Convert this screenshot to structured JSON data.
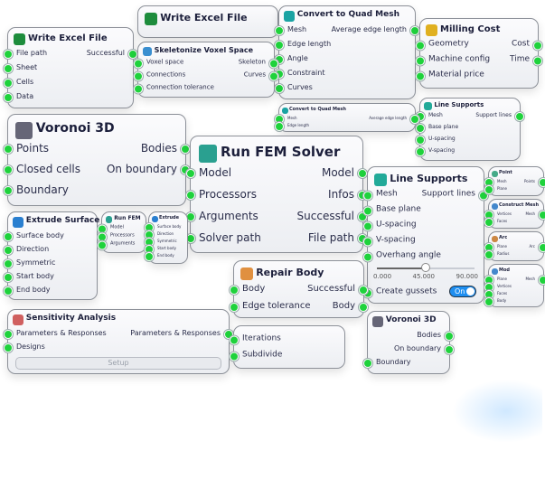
{
  "colors": {
    "port": "#1fd23c",
    "toggle": "#1e8ef0",
    "card_border": "#8c9098"
  },
  "cards": [
    {
      "id": "tiny-1",
      "title": "Point",
      "inputs": [
        "Mesh",
        "Plane"
      ],
      "outputs": [
        "Points"
      ],
      "icon": "grid-icon",
      "icon_color": "#4a8"
    },
    {
      "id": "tiny-2",
      "title": "Arc",
      "inputs": [
        "Plane",
        "Radius"
      ],
      "outputs": [
        "Arc"
      ],
      "icon": "arc-icon",
      "icon_color": "#c84"
    },
    {
      "id": "tiny-3",
      "title": "Construct Mesh",
      "inputs": [
        "Vertices",
        "Faces"
      ],
      "outputs": [
        "Mesh"
      ],
      "icon": "mesh-icon",
      "icon_color": "#48c"
    },
    {
      "id": "tiny-4",
      "title": "Mod",
      "inputs": [
        "Plane",
        "Vertices",
        "Faces",
        "Body"
      ],
      "outputs": [
        "Mesh"
      ],
      "icon": "mesh-icon",
      "icon_color": "#48c"
    },
    {
      "id": "line-supports-small",
      "title": "Line Supports",
      "inputs": [
        "Mesh",
        "Base plane",
        "U-spacing",
        "V-spacing"
      ],
      "outputs": [
        "Support lines"
      ],
      "icon": "support-icon",
      "icon_color": "#2a9"
    },
    {
      "id": "convert-quad",
      "title": "Convert to Quad Mesh",
      "inputs": [
        "Mesh",
        "Edge length",
        "Angle",
        "Constraint",
        "Curves"
      ],
      "outputs": [
        "Average edge length"
      ],
      "icon": "quad-mesh-icon",
      "icon_color": "#1aa3a3"
    },
    {
      "id": "write-excel-2",
      "title": "Write Excel File",
      "inputs": [],
      "outputs": [],
      "icon": "excel-icon",
      "icon_color": "#1d8c3c"
    },
    {
      "id": "voronoi-big",
      "title": "Voronoi 3D",
      "inputs": [
        "Points",
        "Closed cells",
        "Boundary"
      ],
      "outputs": [
        "Bodies",
        "On boundary"
      ],
      "icon": "voronoi-icon",
      "icon_color": "#667"
    },
    {
      "id": "write-excel-1",
      "title": "Write Excel File",
      "inputs": [
        "File path",
        "Sheet",
        "Cells",
        "Data"
      ],
      "outputs": [
        "Successful"
      ],
      "icon": "excel-icon",
      "icon_color": "#1d8c3c"
    },
    {
      "id": "skeletonize",
      "title": "Skeletonize Voxel Space",
      "inputs": [
        "Voxel space",
        "Connections",
        "Connection tolerance"
      ],
      "outputs": [
        "Skeleton",
        "Curves"
      ],
      "icon": "skeleton-icon",
      "icon_color": "#3a8fd0"
    },
    {
      "id": "milling-cost",
      "title": "Milling Cost",
      "inputs": [
        "Geometry",
        "Machine config",
        "Material price"
      ],
      "outputs": [
        "Cost",
        "Time"
      ],
      "icon": "milling-icon",
      "icon_color": "#e0b020"
    },
    {
      "id": "convert-quad-small",
      "title": "Convert to Quad Mesh",
      "inputs": [
        "Mesh",
        "Edge length"
      ],
      "outputs": [
        "Average edge length"
      ],
      "icon": "quad-mesh-icon",
      "icon_color": "#1aa3a3"
    },
    {
      "id": "extrude-small",
      "title": "Extrude",
      "inputs": [
        "Surface body",
        "Direction",
        "Symmetric",
        "Start body",
        "End body"
      ],
      "outputs": [],
      "icon": "extrude-icon",
      "icon_color": "#2a7fd0"
    },
    {
      "id": "extrude-surface",
      "title": "Extrude Surface",
      "inputs": [
        "Surface body",
        "Direction",
        "Symmetric",
        "Start body",
        "End body"
      ],
      "outputs": [],
      "icon": "extrude-icon",
      "icon_color": "#2a7fd0"
    },
    {
      "id": "bottom-card",
      "title": "",
      "inputs": [
        "Iterations",
        "Subdivide"
      ],
      "outputs": [],
      "icon": "",
      "icon_color": ""
    },
    {
      "id": "voronoi-right",
      "title": "Voronoi 3D",
      "inputs": [
        "Boundary"
      ],
      "outputs": [
        "Bodies",
        "On boundary"
      ],
      "icon": "voronoi-icon",
      "icon_color": "#667"
    },
    {
      "id": "repair-body",
      "title": "Repair Body",
      "inputs": [
        "Body",
        "Edge tolerance"
      ],
      "outputs": [
        "Successful",
        "Body"
      ],
      "icon": "repair-icon",
      "icon_color": "#e09040"
    },
    {
      "id": "sensitivity",
      "title": "Sensitivity Analysis",
      "inputs": [
        "Parameters & Responses",
        "Designs"
      ],
      "outputs": [
        "Parameters & Responses"
      ],
      "icon": "sensitivity-icon",
      "icon_color": "#d06060",
      "button": "Setup"
    },
    {
      "id": "run-fem-small",
      "title": "Run FEM",
      "inputs": [
        "Model",
        "Processors",
        "Arguments"
      ],
      "outputs": [],
      "icon": "fem-icon",
      "icon_color": "#2aa090"
    },
    {
      "id": "run-fem",
      "title": "Run FEM Solver",
      "inputs": [
        "Model",
        "Processors",
        "Arguments",
        "Solver path"
      ],
      "outputs": [
        "Model",
        "Infos",
        "Successful",
        "File path"
      ],
      "icon": "fem-icon",
      "icon_color": "#2aa090"
    },
    {
      "id": "line-supports",
      "title": "Line Supports",
      "inputs": [
        "Mesh",
        "Base plane",
        "U-spacing",
        "V-spacing",
        "Overhang angle",
        "Create gussets"
      ],
      "outputs": [
        "Support lines"
      ],
      "icon": "support-icon",
      "icon_color": "#2a9",
      "slider": {
        "min": "0.000",
        "value": "45.000",
        "max": "90.000",
        "fraction": 0.5
      },
      "toggle": "On"
    }
  ]
}
